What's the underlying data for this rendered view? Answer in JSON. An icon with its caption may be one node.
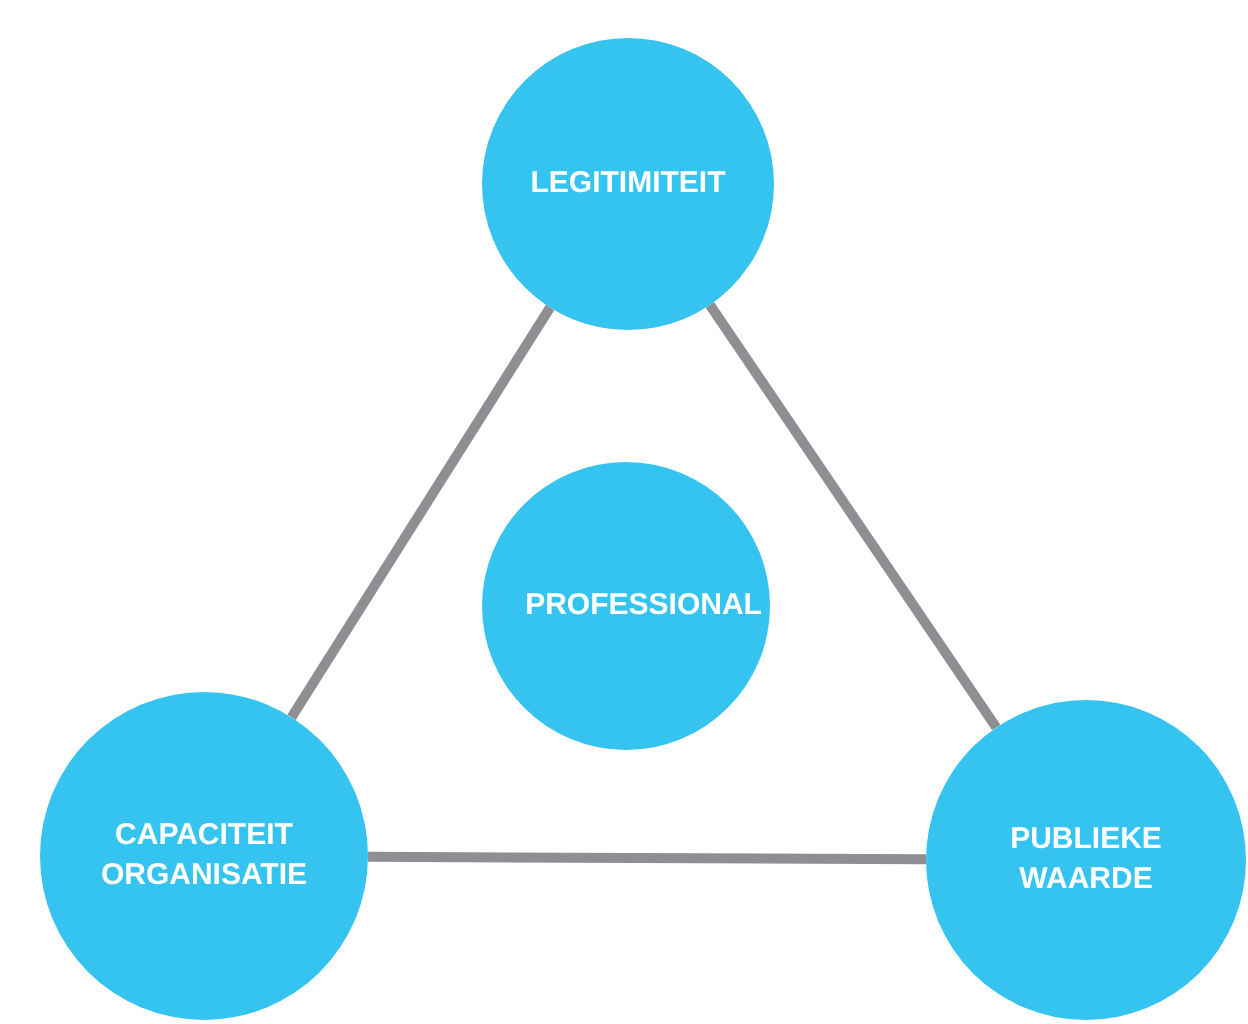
{
  "diagram": {
    "nodes": [
      {
        "text": [
          "LEGITIMITEIT"
        ]
      },
      {
        "text": [
          "PROFESSIONAL"
        ]
      },
      {
        "text": [
          "CAPACITEIT ORGANISATIE"
        ]
      },
      {
        "text": [
          "PUBLIEKE WAARDE"
        ]
      }
    ],
    "edges": [
      {
        "from": 0,
        "to": 2,
        "arrow": "none"
      },
      {
        "from": 0,
        "to": 3,
        "arrow": "none"
      },
      {
        "from": 2,
        "to": 3,
        "arrow": "none"
      }
    ]
  }
}
